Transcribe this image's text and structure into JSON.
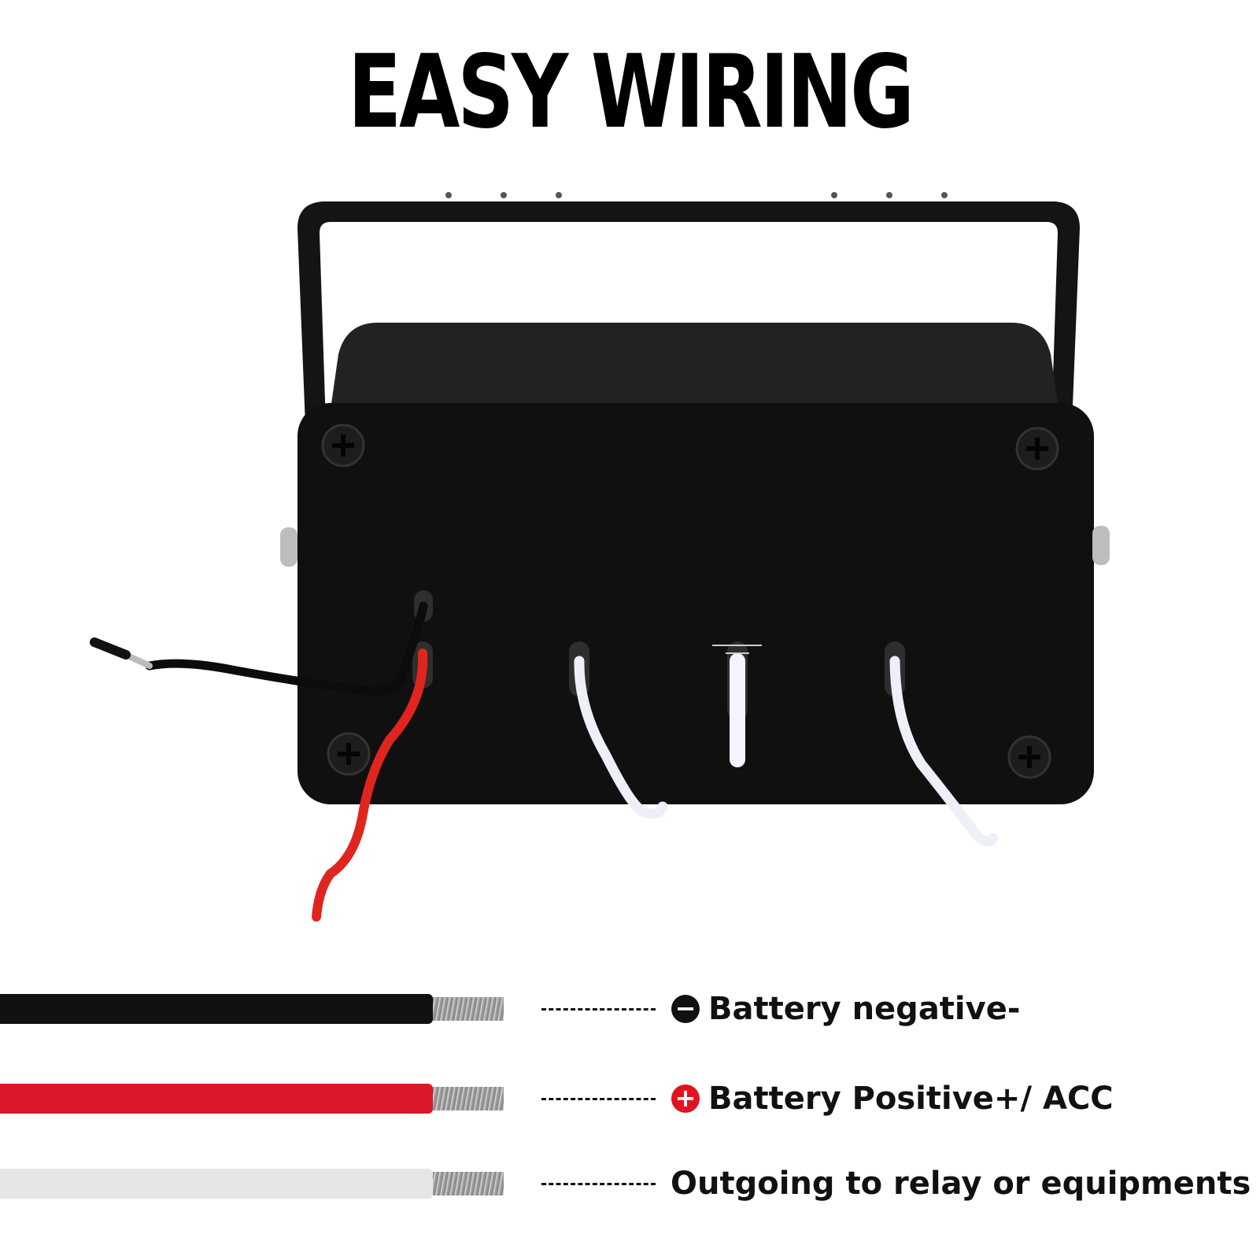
{
  "title": "EASY WIRING",
  "legend": [
    {
      "label": "Battery negative-",
      "symbol": "−",
      "wire_color": "#111111",
      "symbol_color": "#111111"
    },
    {
      "label": "Battery Positive+/ ACC",
      "symbol": "+",
      "wire_color": "#d9192a",
      "symbol_color": "#e0141f"
    },
    {
      "label": "Outgoing to relay or equipments",
      "symbol": "",
      "wire_color": "#e6e6e6"
    }
  ]
}
